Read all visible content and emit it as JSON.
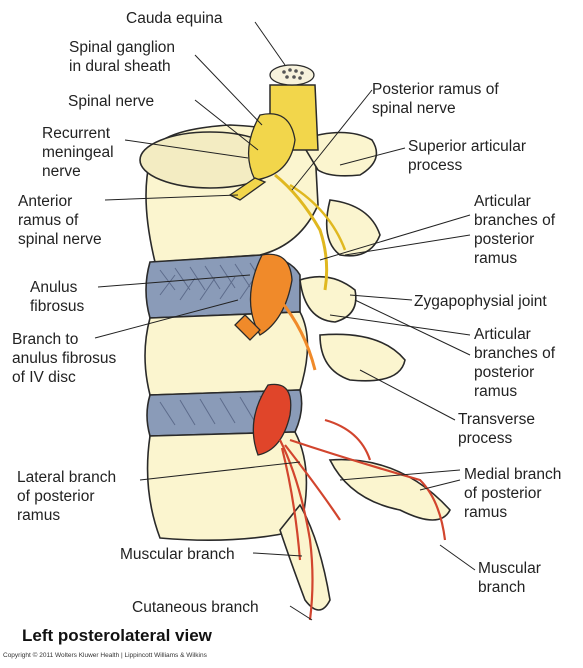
{
  "labels": {
    "cauda_equina": "Cauda equina",
    "spinal_ganglion": "Spinal ganglion\nin dural sheath",
    "spinal_nerve": "Spinal nerve",
    "recurrent_meningeal": "Recurrent\nmeningeal\nnerve",
    "anterior_ramus": "Anterior\nramus of\nspinal nerve",
    "anulus_fibrosus": "Anulus\nfibrosus",
    "branch_to_anulus": "Branch to\nanulus fibrosus\nof IV disc",
    "lateral_branch": "Lateral branch\nof posterior\nramus",
    "muscular_branch_left": "Muscular branch",
    "cutaneous_branch": "Cutaneous branch",
    "posterior_ramus": "Posterior ramus of\nspinal nerve",
    "superior_articular": "Superior articular\nprocess",
    "articular_branches_1": "Articular\nbranches of\nposterior\nramus",
    "zygapophysial_joint": "Zygapophysial joint",
    "articular_branches_2": "Articular\nbranches of\nposterior\nramus",
    "transverse_process": "Transverse\nprocess",
    "medial_branch": "Medial branch\nof posterior\nramus",
    "muscular_branch_right": "Muscular\nbranch"
  },
  "view_title": "Left posterolateral view",
  "copyright": "Copyright © 2011 Wolters Kluwer Health | Lippincott Williams & Wilkins",
  "colors": {
    "bone": "#fbf5cf",
    "bone_shade": "#e9dca0",
    "disc": "#8a9bb8",
    "nerve_yellow": "#f2d64b",
    "ganglion_orange": "#f08a2a",
    "ganglion_red": "#e0452a",
    "nerve_red": "#d2452e",
    "outline": "#2a2a2a"
  }
}
